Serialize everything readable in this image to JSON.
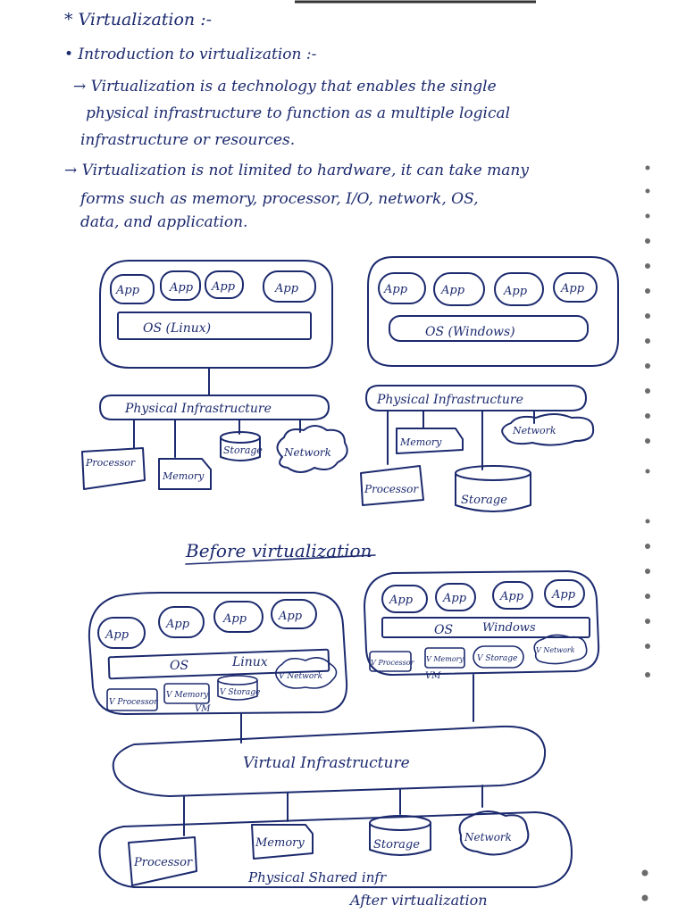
{
  "title": "* Virtualization :-",
  "intro_heading": "• Introduction to virtualization :-",
  "paragraph1": [
    "→ Virtualization is a technology that enables the single",
    "physical infrastructure to function as a multiple logical",
    "infrastructure or resources."
  ],
  "paragraph2": [
    "→ Virtualization is not limited to hardware, it can take many",
    "forms such as memory, processor, I/O, network, OS,",
    "data, and application."
  ],
  "before": {
    "linux_apps": [
      "App",
      "App",
      "App",
      "App"
    ],
    "linux_os": "OS (Linux)",
    "windows_apps": [
      "App",
      "App",
      "App",
      "App"
    ],
    "windows_os": "OS (Windows)",
    "left_infra": "Physical Infrastructure",
    "right_infra": "Physical Infrastructure",
    "left_processor": "Processor",
    "left_memory": "Memory",
    "left_storage": "Storage",
    "left_network": "Network",
    "right_memory": "Memory",
    "right_network": "Network",
    "right_processor": "Processor",
    "right_storage": "Storage",
    "caption": "Before virtualization"
  },
  "after": {
    "linux_apps": [
      "App",
      "App",
      "App",
      "App"
    ],
    "linux_os": "OS",
    "linux_label": "Linux",
    "linux_vresources": [
      "V Processor",
      "V Memory",
      "V Storage",
      "V Network"
    ],
    "linux_vm": "VM",
    "windows_apps": [
      "App",
      "App",
      "App",
      "App"
    ],
    "windows_os": "OS",
    "windows_label": "Windows",
    "windows_vresources": [
      "V Processor",
      "V Memory",
      "V Storage",
      "V Network"
    ],
    "windows_vm": "VM",
    "virtual_infra": "Virtual Infrastructure",
    "phys_processor": "Processor",
    "phys_memory": "Memory",
    "phys_storage": "Storage",
    "phys_network": "Network",
    "phys_shared": "Physical Shared infr",
    "caption": "After virtualization"
  }
}
